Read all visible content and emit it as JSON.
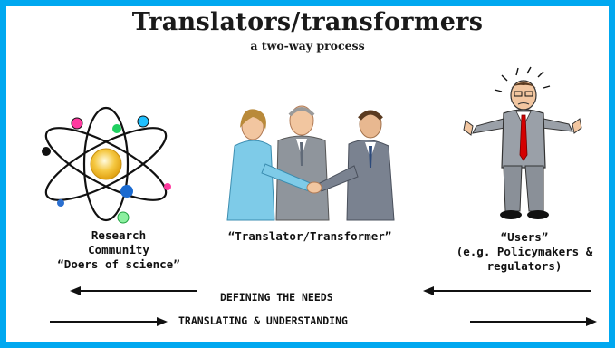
{
  "title": "Translators/transformers",
  "subtitle": "a two-way process",
  "research": {
    "line1": "Research",
    "line2": "Community",
    "line3": "“Doers of science”"
  },
  "translator": {
    "label": "“Translator/Transformer”"
  },
  "users": {
    "line1": "“Users”",
    "line2": "(e.g. Policymakers &",
    "line3": "regulators)"
  },
  "flows": {
    "defining": "DEFINING THE NEEDS",
    "translating": "TRANSLATING & UNDERSTANDING"
  },
  "colors": {
    "border": "#00a8f0",
    "atom_nucleus": "#f5c842",
    "tie": "#d40000"
  },
  "icons": {
    "research": "atom-icon",
    "translator": "handshake-people-icon",
    "users": "shrugging-man-icon"
  }
}
